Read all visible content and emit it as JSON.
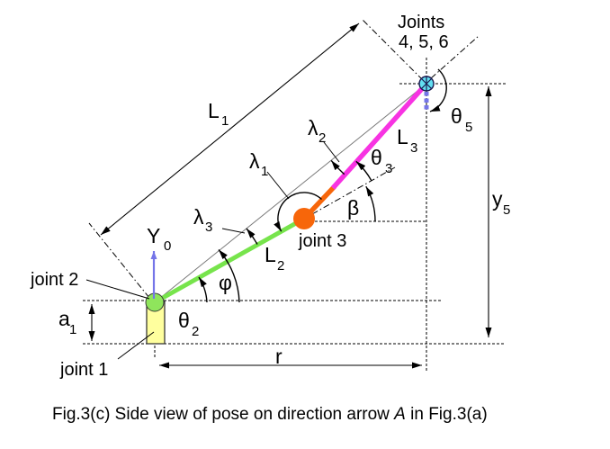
{
  "diagram": {
    "caption": {
      "prefix": "Fig.3(c) Side view of pose on direction arrow ",
      "emphasis": "A",
      "suffix": " in Fig.3(a)"
    },
    "labels": {
      "joints456_line1": "Joints",
      "joints456_line2": "4, 5, 6",
      "joint1": "joint 1",
      "joint2": "joint 2",
      "joint3": "joint 3",
      "L1": {
        "base": "L",
        "sub": "1"
      },
      "L2": {
        "base": "L",
        "sub": "2"
      },
      "L3": {
        "base": "L",
        "sub": "3"
      },
      "theta2": {
        "base": "θ",
        "sub": "2"
      },
      "theta3": {
        "base": "θ",
        "sub": "3"
      },
      "theta5": {
        "base": "θ",
        "sub": "5"
      },
      "lambda1": {
        "base": "λ",
        "sub": "1"
      },
      "lambda2": {
        "base": "λ",
        "sub": "2"
      },
      "lambda3": {
        "base": "λ",
        "sub": "3"
      },
      "y5": {
        "base": "y",
        "sub": "5"
      },
      "a1": {
        "base": "a",
        "sub": "1"
      },
      "Y0": {
        "base": "Y",
        "sub": "0"
      },
      "phi": "φ",
      "beta": "β",
      "r": "r"
    },
    "colors": {
      "link_L2_green": "#77e44c",
      "link_L3_magenta": "#f733e2",
      "link_elbow_orange": "#f7660a",
      "joint2_fill": "#8fe55c",
      "joint3_fill": "#f7660a",
      "wrist_fill": "#63dff2",
      "wrist_cross": "#1a1a50",
      "joint1_fill": "#ffff9e",
      "axis_blue": "#7575e8",
      "thin_gray": "#7a7a7a",
      "ink": "#000000"
    }
  }
}
